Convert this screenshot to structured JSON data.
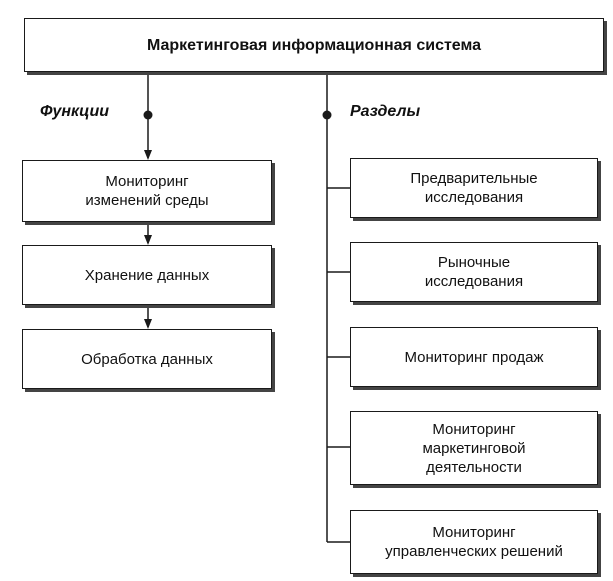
{
  "title": "Маркетинговая информационная система",
  "functions": {
    "label": "Функции",
    "items": [
      "Мониторинг\nизменений среды",
      "Хранение данных",
      "Обработка данных"
    ]
  },
  "sections": {
    "label": "Разделы",
    "items": [
      "Предварительные\nисследования",
      "Рыночные\nисследования",
      "Мониторинг продаж",
      "Мониторинг\nмаркетинговой\nдеятельности",
      "Мониторинг\nуправленческих решений"
    ]
  }
}
